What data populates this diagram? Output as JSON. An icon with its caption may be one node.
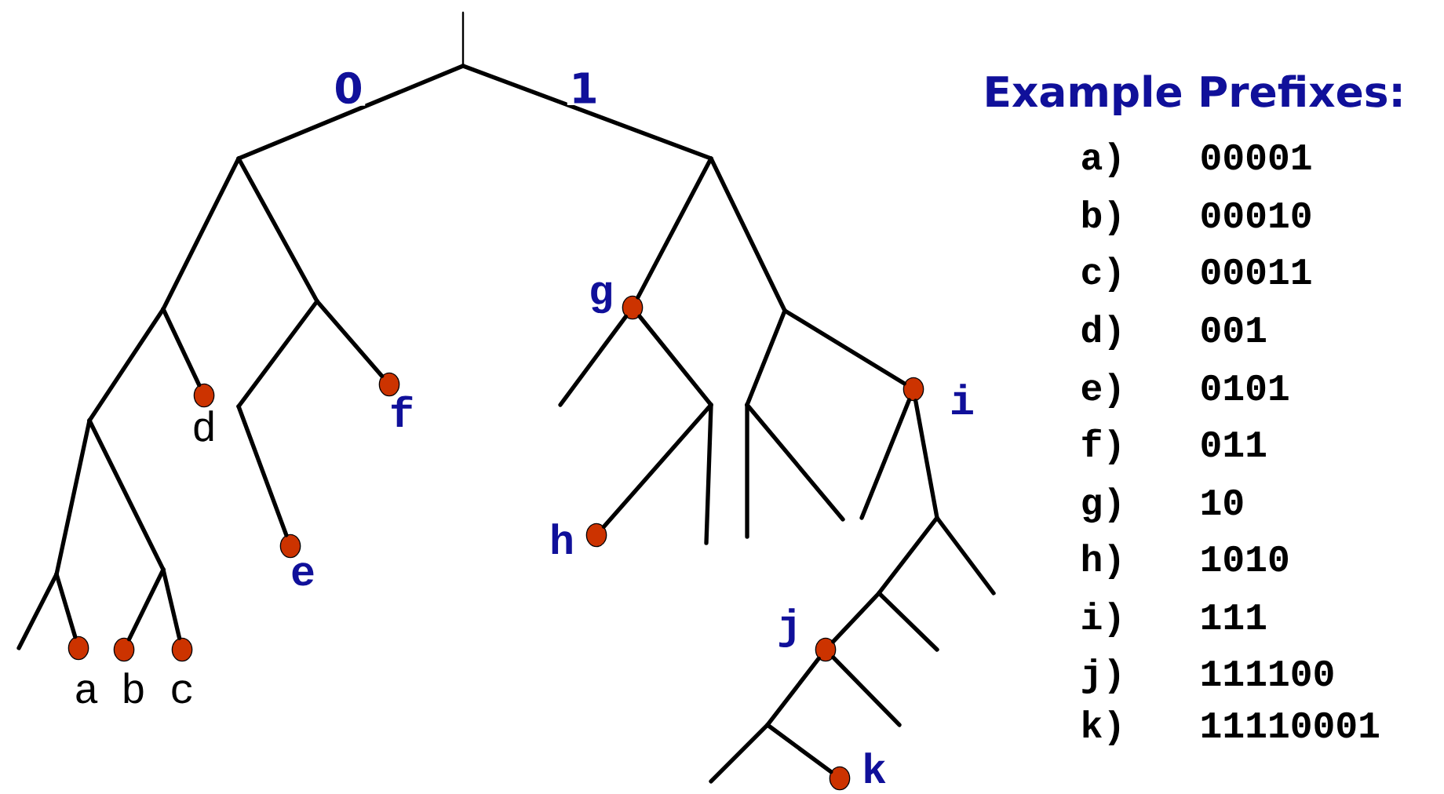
{
  "diagram": {
    "nodes": [
      {
        "text": [],
        "shape": "circle",
        "beside": [
          "g"
        ]
      },
      {
        "text": [],
        "shape": "circle",
        "beside": [
          "d"
        ]
      },
      {
        "text": [],
        "shape": "circle",
        "beside": [
          "f"
        ]
      },
      {
        "text": [],
        "shape": "circle",
        "beside": [
          "i"
        ]
      },
      {
        "text": [],
        "shape": "circle",
        "beside": [
          "e"
        ]
      },
      {
        "text": [],
        "shape": "circle",
        "beside": [
          "h"
        ]
      },
      {
        "text": [],
        "shape": "circle",
        "beside": [
          "j"
        ]
      },
      {
        "text": [],
        "shape": "circle",
        "beside": [
          "a"
        ]
      },
      {
        "text": [],
        "shape": "circle",
        "beside": [
          "b"
        ]
      },
      {
        "text": [],
        "shape": "circle",
        "beside": [
          "c"
        ]
      },
      {
        "text": [],
        "shape": "circle",
        "beside": [
          "k"
        ]
      }
    ],
    "edges": [
      {
        "from": 0,
        "to": 5,
        "arrow": "none"
      },
      {
        "from": 3,
        "to": 6,
        "arrow": "none"
      },
      {
        "from": 6,
        "to": 10,
        "arrow": "none"
      }
    ],
    "labels": [
      "0",
      "1",
      "Example Prefixes:",
      "a)",
      "00001",
      "b)",
      "00010",
      "c)",
      "00011",
      "d)",
      "001",
      "e)",
      "0101",
      "f)",
      "011",
      "g)",
      "10",
      "h)",
      "1010",
      "i)",
      "111",
      "j)",
      "111100",
      "k)",
      "11110001"
    ]
  }
}
